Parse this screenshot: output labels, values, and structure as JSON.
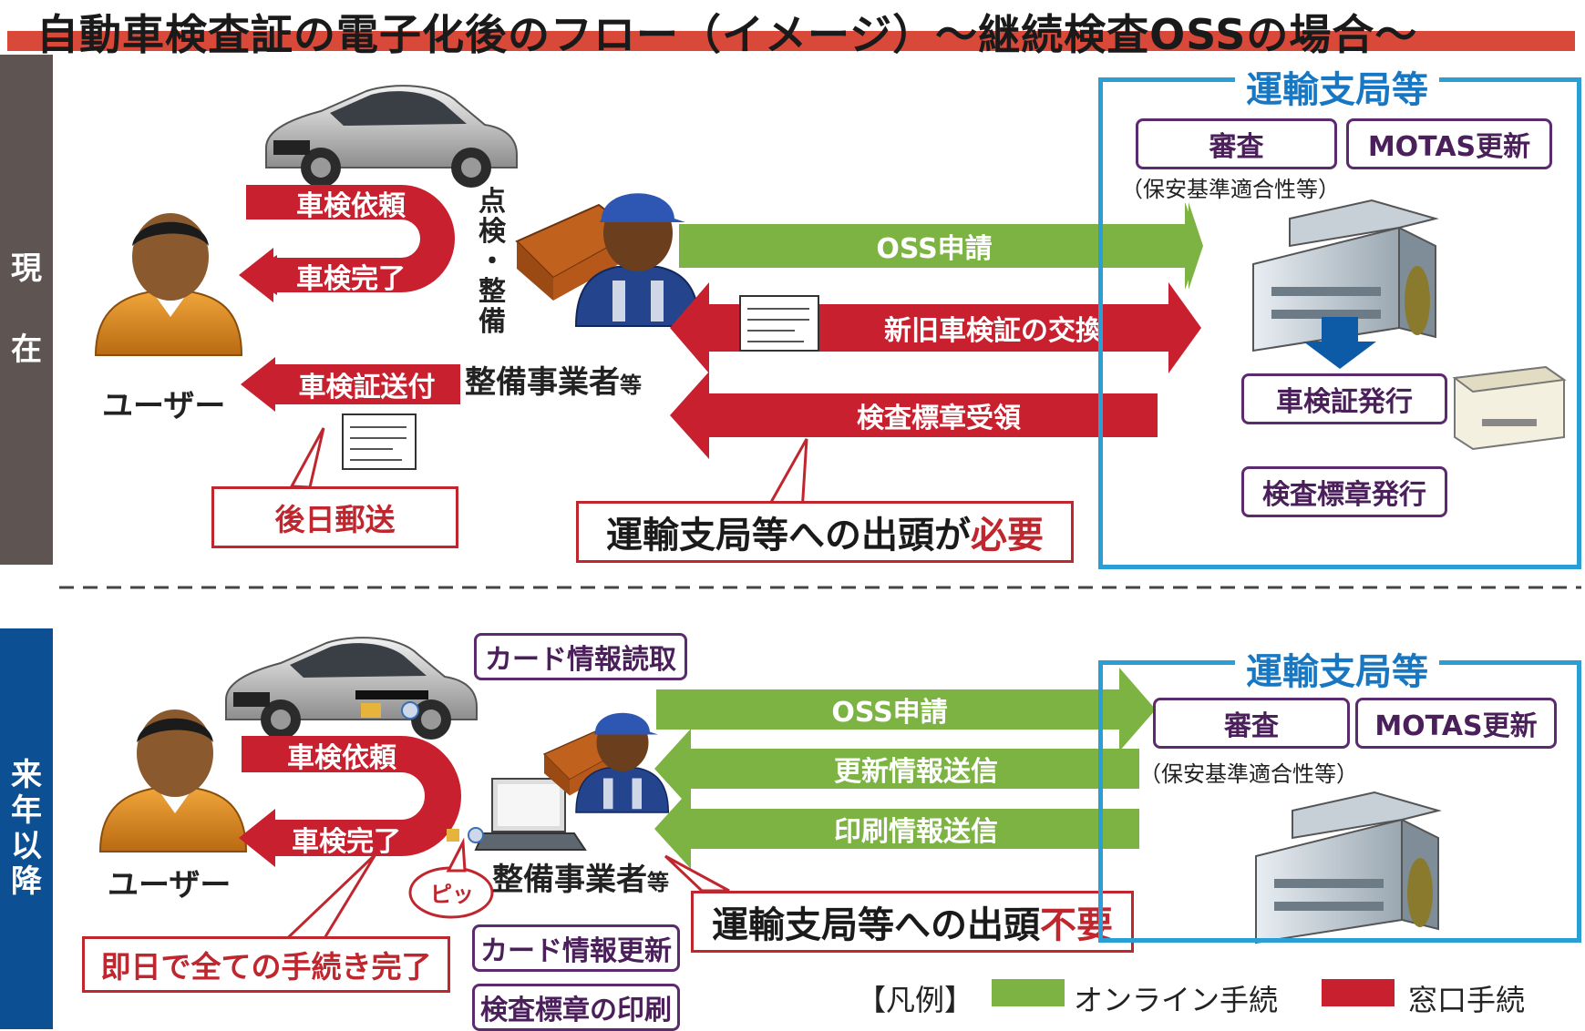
{
  "title": "自動車検査証の電子化後のフロー（イメージ）～継続検査OSSの場合～",
  "colors": {
    "online": "#7cb342",
    "window": "#c8202f",
    "office": "#2a9ed5",
    "accent": "#d9493a"
  },
  "current": {
    "side_label": [
      "現",
      "在"
    ],
    "user_label": "ユーザー",
    "arrow_request": "車検依頼",
    "arrow_complete": "車検完了",
    "arrow_send_cert": "車検証送付",
    "callout_mail": "後日郵送",
    "inspect_label": [
      "点",
      "検",
      "・",
      "整",
      "備"
    ],
    "shop_label": "整備事業者",
    "shop_suffix": "等",
    "arrow_oss": "OSS申請",
    "arrow_exchange": "新旧車検証の交換",
    "arrow_sticker": "検査標章受領",
    "callout_visit": "運輸支局等への出頭が",
    "callout_visit_hl": "必要",
    "office_title": "運輸支局等",
    "box_review": "審査",
    "box_motas": "MOTAS更新",
    "note_standard": "（保安基準適合性等）",
    "box_cert_issue": "車検証発行",
    "box_sticker_issue": "検査標章発行"
  },
  "future": {
    "side_label": [
      "来",
      "年",
      "以",
      "降"
    ],
    "user_label": "ユーザー",
    "box_card_read": "カード情報読取",
    "arrow_request": "車検依頼",
    "arrow_complete": "車検完了",
    "pip": "ピッ",
    "callout_sameday": "即日で全ての手続き完了",
    "shop_label": "整備事業者",
    "shop_suffix": "等",
    "box_card_update": "カード情報更新",
    "box_sticker_print": "検査標章の印刷",
    "arrow_oss": "OSS申請",
    "arrow_update_info": "更新情報送信",
    "arrow_print_info": "印刷情報送信",
    "callout_visit": "運輸支局等への出頭",
    "callout_visit_hl": "不要",
    "office_title": "運輸支局等",
    "box_review": "審査",
    "box_motas": "MOTAS更新",
    "note_standard": "（保安基準適合性等）"
  },
  "legend": {
    "label": "【凡例】",
    "online": "オンライン手続",
    "window": "窓口手続"
  },
  "icons": [
    "car-icon",
    "user-icon",
    "mechanic-icon",
    "toolbox-icon",
    "document-icon",
    "building-icon",
    "printer-icon",
    "laptop-icon",
    "ic-card-icon",
    "down-arrow-icon"
  ]
}
